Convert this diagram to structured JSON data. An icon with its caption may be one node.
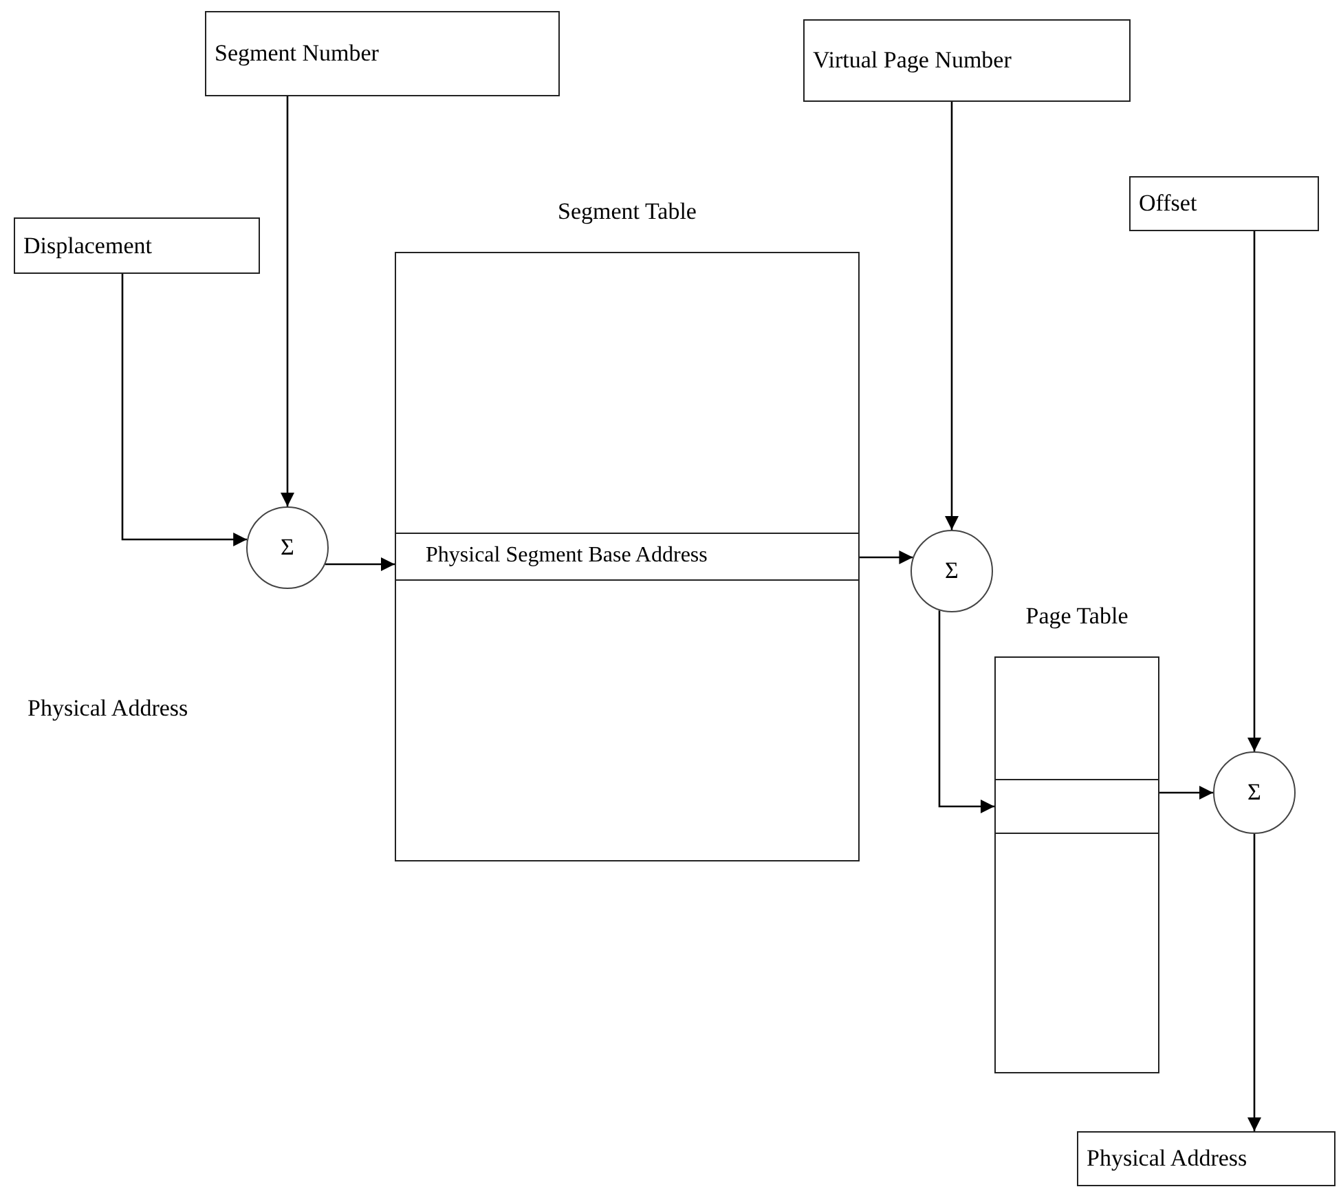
{
  "diagram": {
    "nodes": [
      {
        "text": [
          "Segment Number"
        ]
      },
      {
        "text": [
          "Displacement"
        ]
      },
      {
        "text": [
          "Virtual Page Number"
        ]
      },
      {
        "text": [
          "Offset"
        ]
      },
      {
        "text": [
          "Segment Table"
        ]
      },
      {
        "text": [
          "Physical Segment Base Address"
        ],
        "in": 4
      },
      {
        "text": [
          "Σ"
        ]
      },
      {
        "text": [
          "Σ"
        ]
      },
      {
        "text": [
          "Page Table"
        ]
      },
      {
        "text": [],
        "shape": "box",
        "in": 8
      },
      {
        "text": [
          "Σ"
        ]
      },
      {
        "text": [
          "Physical Address"
        ]
      }
    ],
    "edges": [
      {
        "from": 0,
        "to": 6,
        "arrow": "to"
      },
      {
        "from": 1,
        "to": 6,
        "arrow": "to"
      },
      {
        "from": 6,
        "to": 5,
        "arrow": "to"
      },
      {
        "from": 5,
        "to": 7,
        "arrow": "to"
      },
      {
        "from": 2,
        "to": 7,
        "arrow": "to"
      },
      {
        "from": 7,
        "to": 9,
        "arrow": "to"
      },
      {
        "from": 9,
        "to": 10,
        "arrow": "to"
      },
      {
        "from": 3,
        "to": 10,
        "arrow": "to"
      },
      {
        "from": 10,
        "to": 11,
        "arrow": "to"
      }
    ],
    "labels": [
      "Physical Address"
    ]
  }
}
